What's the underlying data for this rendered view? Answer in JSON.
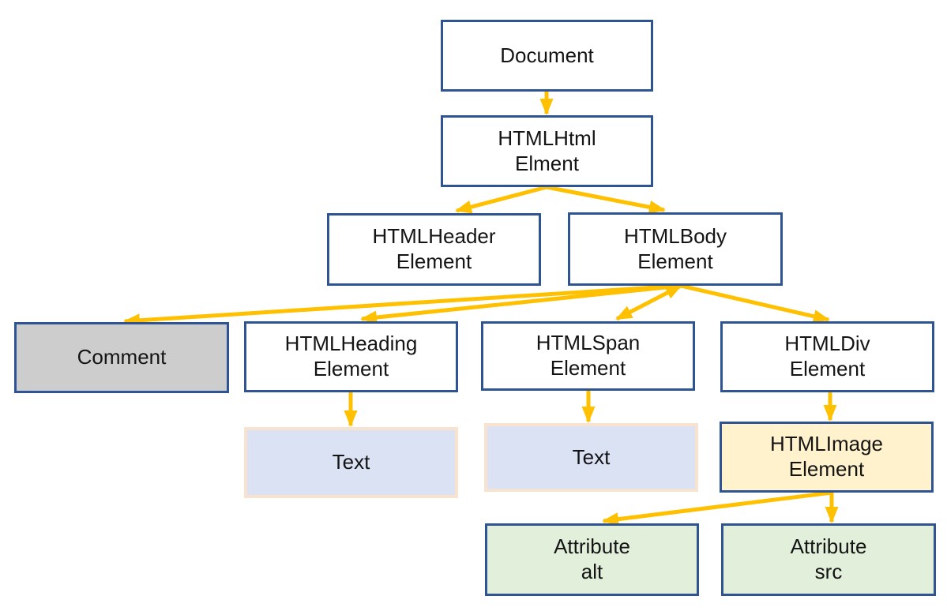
{
  "nodes": {
    "document": {
      "label": "Document"
    },
    "htmlhtml": {
      "label": "HTMLHtml\nElment"
    },
    "htmlheader": {
      "label": "HTMLHeader\nElement"
    },
    "htmlbody": {
      "label": "HTMLBody\nElement"
    },
    "comment": {
      "label": "Comment"
    },
    "htmlheading": {
      "label": "HTMLHeading\nElement"
    },
    "htmlspan": {
      "label": "HTMLSpan\nElement"
    },
    "htmldiv": {
      "label": "HTMLDiv\nElement"
    },
    "text1": {
      "label": "Text"
    },
    "text2": {
      "label": "Text"
    },
    "htmlimage": {
      "label": "HTMLImage\nElement"
    },
    "attr_alt": {
      "label": "Attribute\nalt"
    },
    "attr_src": {
      "label": "Attribute\nsrc"
    }
  },
  "edges": [
    {
      "from": "Document",
      "to": "HTMLHtml Elment"
    },
    {
      "from": "HTMLHtml Elment",
      "to": "HTMLHeader Element"
    },
    {
      "from": "HTMLHtml Elment",
      "to": "HTMLBody Element"
    },
    {
      "from": "HTMLBody Element",
      "to": "Comment"
    },
    {
      "from": "HTMLBody Element",
      "to": "HTMLHeading Element"
    },
    {
      "from": "HTMLBody Element",
      "to": "HTMLSpan Element",
      "bidirectional": true
    },
    {
      "from": "HTMLBody Element",
      "to": "HTMLDiv Element"
    },
    {
      "from": "HTMLHeading Element",
      "to": "Text"
    },
    {
      "from": "HTMLSpan Element",
      "to": "Text"
    },
    {
      "from": "HTMLDiv Element",
      "to": "HTMLImage Element"
    },
    {
      "from": "HTMLImage Element",
      "to": "Attribute alt"
    },
    {
      "from": "HTMLImage Element",
      "to": "Attribute src"
    }
  ],
  "colors": {
    "border_navy": "#2e5494",
    "arrow": "#ffc000",
    "fill_white": "#ffffff",
    "fill_gray": "#cdcdcd",
    "fill_blue": "#dae2f3",
    "fill_yellow": "#fff2cc",
    "fill_green": "#e2efda",
    "border_peach": "#f8e3d1",
    "text": "#141414"
  }
}
